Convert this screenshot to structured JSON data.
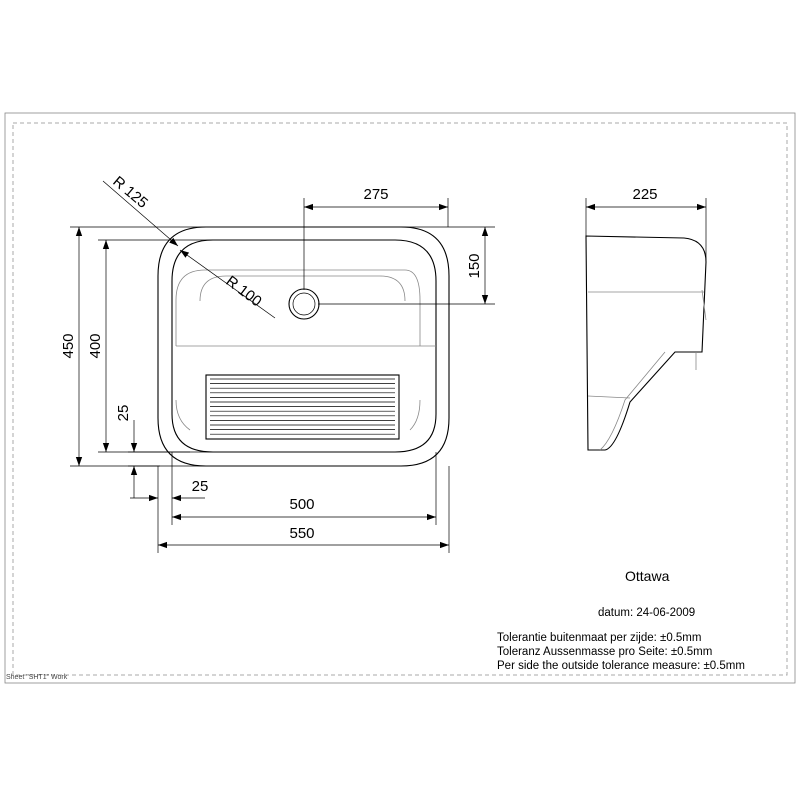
{
  "dimensions": {
    "r125": "R 125",
    "r100": "R 100",
    "d275": "275",
    "d150": "150",
    "d225": "225",
    "d450": "450",
    "d400": "400",
    "d25_vertical": "25",
    "d25_horizontal": "25",
    "d500": "500",
    "d550": "550"
  },
  "title_block": {
    "product_name": "Ottawa",
    "date": "datum: 24-06-2009",
    "tolerance_nl": "Tolerantie buitenmaat per zijde: ±0.5mm",
    "tolerance_de": "Toleranz Aussenmasse pro Seite: ±0.5mm",
    "tolerance_en": "Per side the outside tolerance measure: ±0.5mm"
  },
  "sheet_label": "Sheet \"SHT1\" Work"
}
